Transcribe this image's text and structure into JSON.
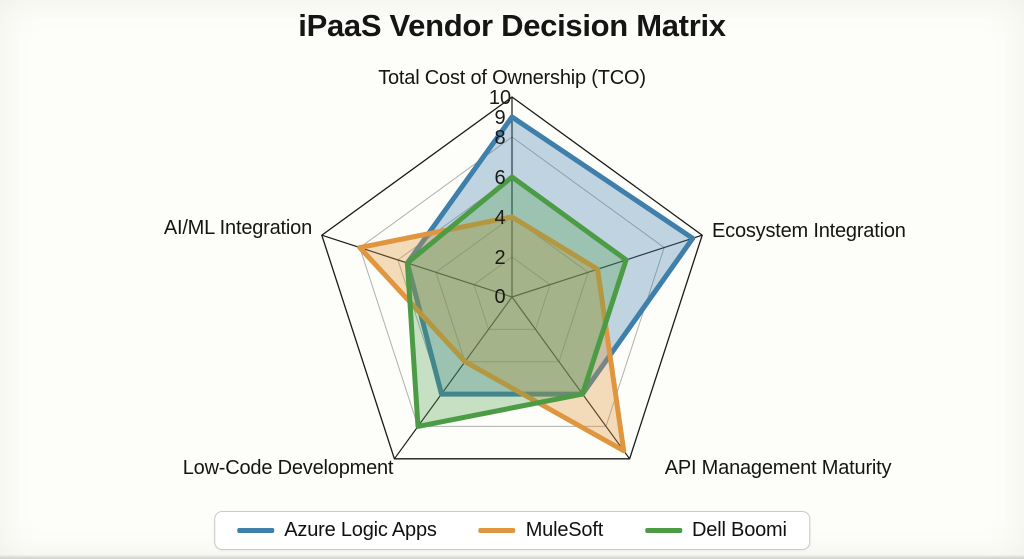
{
  "chart_data": {
    "type": "radar",
    "title": "iPaaS Vendor Decision Matrix",
    "categories": [
      "Total Cost of Ownership (TCO)",
      "Ecosystem Integration",
      "API Management Maturity",
      "Low-Code Development",
      "AI/ML Integration"
    ],
    "series": [
      {
        "name": "Azure Logic Apps",
        "color": "#3f7fab",
        "fill_opacity": 0.32,
        "values": [
          9,
          9.5,
          6,
          6,
          5.5
        ]
      },
      {
        "name": "MuleSoft",
        "color": "#e0953f",
        "fill_opacity": 0.34,
        "values": [
          4,
          4.5,
          9.5,
          4,
          8
        ]
      },
      {
        "name": "Dell Boomi",
        "color": "#4c9b45",
        "fill_opacity": 0.3,
        "values": [
          6,
          6,
          6,
          8,
          5.5
        ]
      }
    ],
    "ticks": [
      0,
      2,
      4,
      6,
      8,
      9,
      10
    ],
    "range": [
      0,
      10
    ],
    "grid_rings": [
      2,
      4,
      6,
      8
    ],
    "grid": true,
    "legend_position": "bottom",
    "colors": {
      "axis_line": "#1a1a1a",
      "grid_line": "#b0b0af",
      "text": "#151515",
      "background": "#fdfdf9"
    }
  }
}
